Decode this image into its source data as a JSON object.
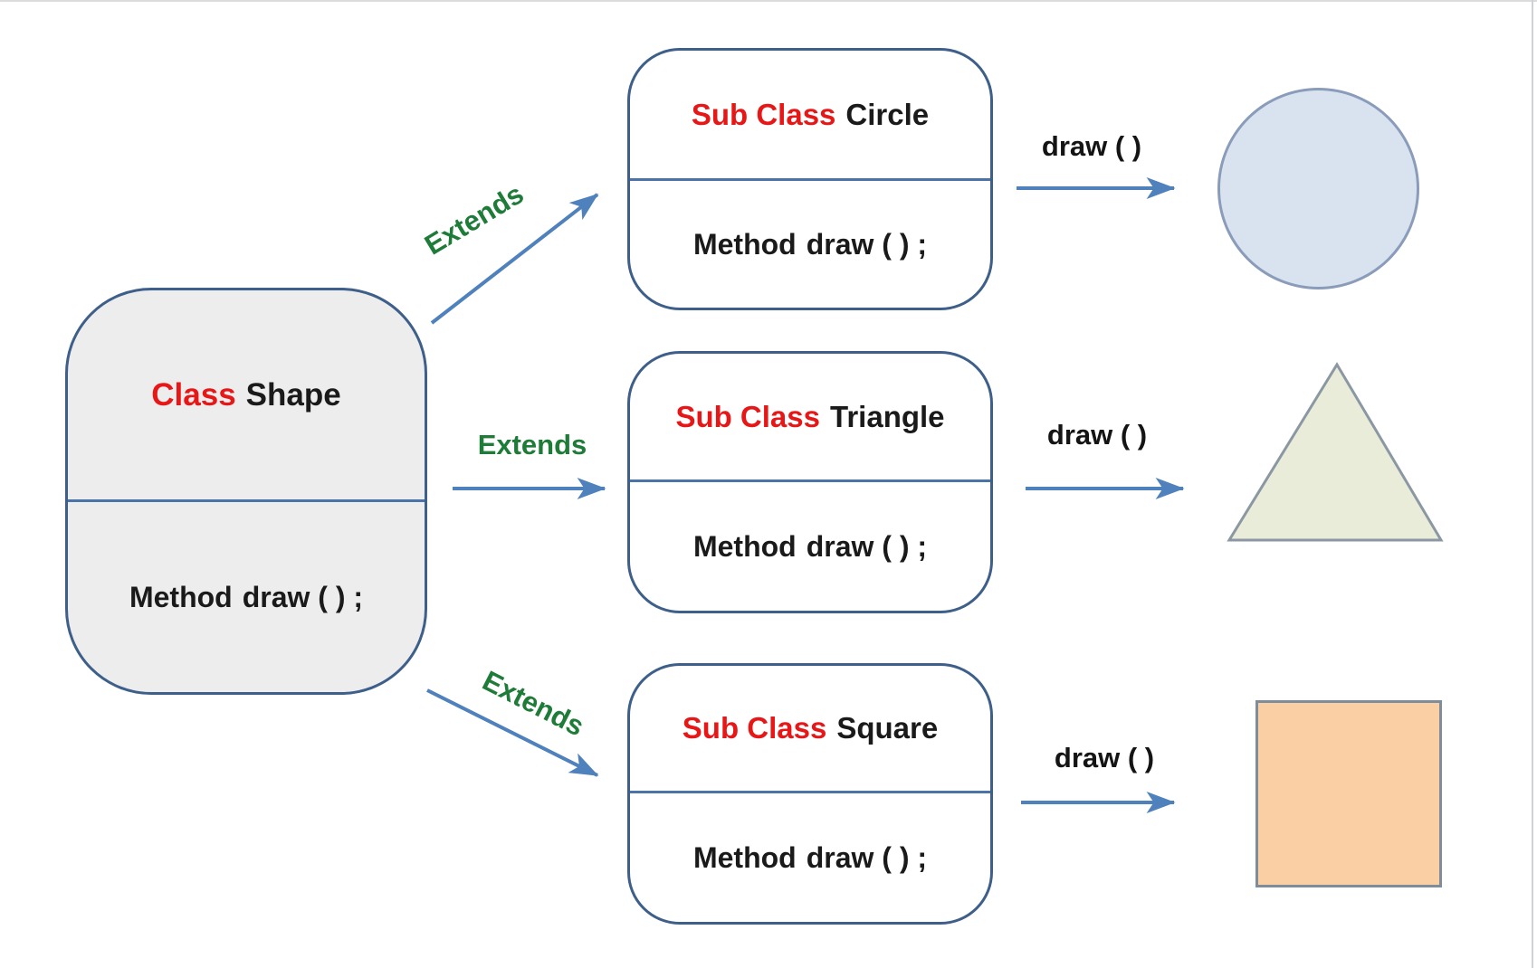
{
  "diagram": {
    "base_class": {
      "keyword": "Class",
      "name": "Shape",
      "method_keyword": "Method",
      "method_signature": "draw ( ) ;"
    },
    "subclasses": [
      {
        "keyword": "Sub Class",
        "name": "Circle",
        "method_keyword": "Method",
        "method_signature": "draw ( ) ;",
        "extends_label": "Extends",
        "draw_label": "draw ( )",
        "shape": "circle",
        "shape_fill": "#d9e3f0",
        "shape_border": "#8a9cba"
      },
      {
        "keyword": "Sub Class",
        "name": "Triangle",
        "method_keyword": "Method",
        "method_signature": "draw ( ) ;",
        "extends_label": "Extends",
        "draw_label": "draw ( )",
        "shape": "triangle",
        "shape_fill": "#e9ecd8",
        "shape_border": "#8b98a3"
      },
      {
        "keyword": "Sub Class",
        "name": "Square",
        "method_keyword": "Method",
        "method_signature": "draw ( ) ;",
        "extends_label": "Extends",
        "draw_label": "draw ( )",
        "shape": "square",
        "shape_fill": "#fbcfa4",
        "shape_border": "#7f8c99"
      }
    ],
    "colors": {
      "class_keyword_red": "#e81717",
      "method_keyword_blue": "#1f1ae0",
      "extends_green": "#1e7b38",
      "arrow_blue": "#4f81bd",
      "box_border_blue": "#3d5f8a",
      "base_box_fill": "#ededed"
    }
  }
}
